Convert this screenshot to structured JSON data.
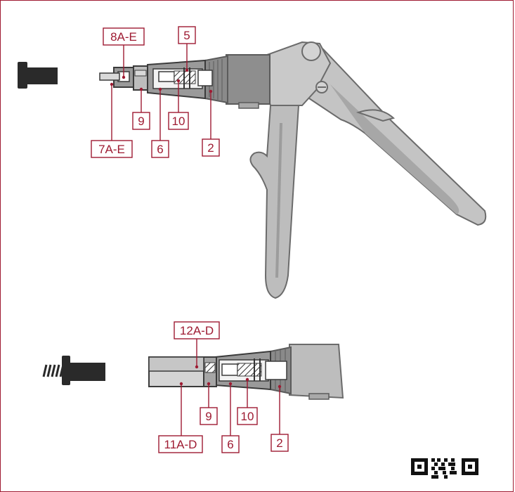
{
  "colors": {
    "accent": "#9e1b32",
    "tool_grey": "#b8b8b8",
    "tool_dark": "#555555",
    "part_black": "#2a2a2a"
  },
  "diagram": {
    "top": {
      "labels": [
        "8A-E",
        "5",
        "9",
        "10",
        "7A-E",
        "6",
        "2"
      ]
    },
    "bottom": {
      "labels": [
        "12A-D",
        "9",
        "10",
        "11A-D",
        "6",
        "2"
      ]
    }
  },
  "qr": {
    "icon": "qr-code-icon"
  }
}
